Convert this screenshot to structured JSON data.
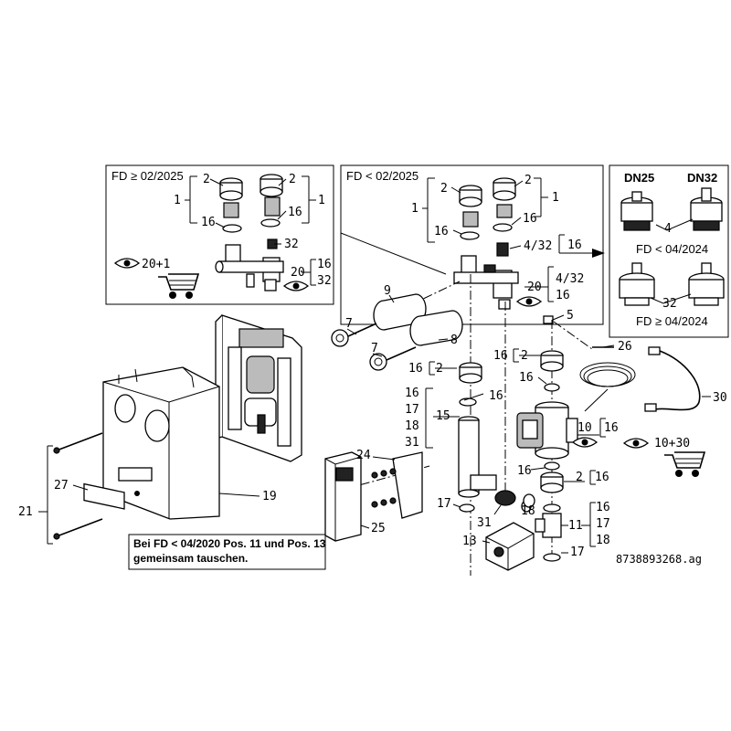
{
  "panels": {
    "left_title": "FD ≥ 02/2025",
    "middle_title": "FD < 02/2025",
    "right_dn25": "DN25",
    "right_dn32": "DN32",
    "right_fd_old": "FD < 04/2024",
    "right_fd_new": "FD ≥ 04/2024"
  },
  "note": {
    "line1": "Bei FD < 04/2020 Pos. 11 und Pos. 13",
    "line2": "gemeinsam tauschen."
  },
  "drawing_code": "8738893268.ag",
  "labels": {
    "l_2a": "2",
    "l_2b": "2",
    "l_1a": "1",
    "l_1b": "1",
    "l_16a": "16",
    "l_16b": "16",
    "l_32a": "32",
    "l_20p1": "20+1",
    "l_20a": "20",
    "l_16c": "16",
    "l_32b": "32",
    "m_2a": "2",
    "m_2b": "2",
    "m_1a": "1",
    "m_1b": "1",
    "m_16a": "16",
    "m_16b": "16",
    "m_432a": "4/32",
    "m_16c": "16",
    "m_20": "20",
    "m_432b": "4/32",
    "m_16d": "16",
    "m_5": "5",
    "r_4": "4",
    "r_32": "32",
    "p_9": "9",
    "p_7a": "7",
    "p_8": "8",
    "p_7b": "7",
    "p_16a": "16",
    "p_2a": "2",
    "p_16b": "16",
    "p_16c": "16",
    "p_17a": "17",
    "p_18a": "18",
    "p_31a": "31",
    "p_15": "15",
    "p_16d": "16",
    "p_2b": "2",
    "p_16e": "16",
    "p_26": "26",
    "p_30": "30",
    "p_10": "10",
    "p_16f": "16",
    "p_10p30": "10+30",
    "p_16g": "16",
    "p_2c": "2",
    "p_16h": "16",
    "p_18b": "18",
    "p_16i": "16",
    "p_17b": "17",
    "p_18c": "18",
    "p_11": "11",
    "p_17c": "17",
    "p_17d": "17",
    "p_31b": "31",
    "p_13": "13",
    "p_24": "24",
    "p_25": "25",
    "p_19": "19",
    "p_21": "21",
    "p_27": "27"
  }
}
